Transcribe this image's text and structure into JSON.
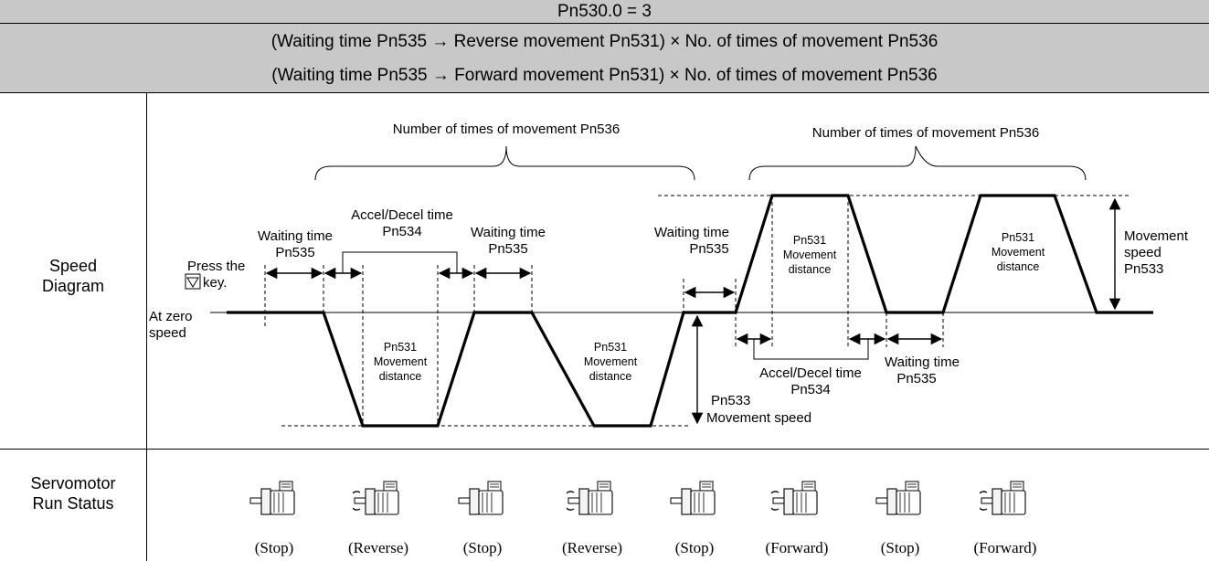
{
  "header": {
    "title": "Pn530.0 = 3",
    "line1": "(Waiting time Pn535 → Reverse movement Pn531) × No. of times of movement Pn536",
    "line2": "(Waiting time Pn535 → Forward movement Pn531) × No. of times of movement Pn536"
  },
  "rows": {
    "speed_label_1": "Speed",
    "speed_label_2": "Diagram",
    "status_label_1": "Servomotor",
    "status_label_2": "Run Status"
  },
  "diagram": {
    "brace_left": "Number of times of movement Pn536",
    "brace_right": "Number of times of movement Pn536",
    "press_1": "Press the",
    "press_2": "key.",
    "zero_1": "At zero",
    "zero_2": "speed",
    "wait_l1": "Waiting time",
    "wait_l2": "Pn535",
    "accel_1": "Accel/Decel time",
    "accel_2": "Pn534",
    "wait_m1": "Waiting time",
    "wait_m2": "Pn535",
    "wait_c1": "Waiting time",
    "wait_c2": "Pn535",
    "dist_a1": "Pn531",
    "dist_a2": "Movement",
    "dist_a3": "distance",
    "dist_b1": "Pn531",
    "dist_b2": "Movement",
    "dist_b3": "distance",
    "dist_c1": "Pn531",
    "dist_c2": "Movement",
    "dist_c3": "distance",
    "dist_d1": "Pn531",
    "dist_d2": "Movement",
    "dist_d3": "distance",
    "pn533_1": "Pn533",
    "pn533_2": "Movement speed",
    "mspeed_1": "Movement",
    "mspeed_2": "speed",
    "mspeed_3": "Pn533",
    "accel_r1": "Accel/Decel time",
    "accel_r2": "Pn534",
    "wait_r1": "Waiting time",
    "wait_r2": "Pn535"
  },
  "status": [
    "(Stop)",
    "(Reverse)",
    "(Stop)",
    "(Reverse)",
    "(Stop)",
    "(Forward)",
    "(Stop)",
    "(Forward)"
  ],
  "icons": [
    "servomotor-icon",
    "down-triangle-key-icon"
  ]
}
